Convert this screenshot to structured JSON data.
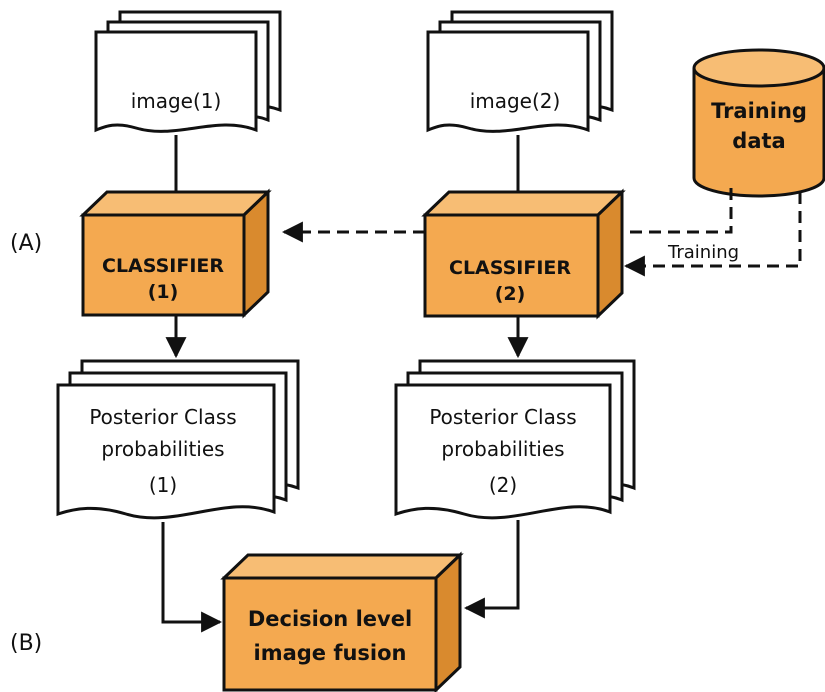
{
  "colors": {
    "box": "#f4a950",
    "box_side": "#d98a2e",
    "box_top": "#f7bd74",
    "stroke": "#111111",
    "doc": "#ffffff"
  },
  "sections": {
    "a": "(A)",
    "b": "(B)"
  },
  "inputs": {
    "image1": "image(1)",
    "image2": "image(2)"
  },
  "training_data": {
    "line1": "Training",
    "line2": "data"
  },
  "training_label": "Training",
  "classifier1": {
    "line1": "CLASSIFIER",
    "line2": "(1)"
  },
  "classifier2": {
    "line1": "CLASSIFIER",
    "line2": "(2)"
  },
  "posterior1": {
    "line1": "Posterior Class",
    "line2": "probabilities",
    "line3": "(1)"
  },
  "posterior2": {
    "line1": "Posterior Class",
    "line2": "probabilities",
    "line3": "(2)"
  },
  "fusion": {
    "line1": "Decision level",
    "line2": "image fusion"
  }
}
